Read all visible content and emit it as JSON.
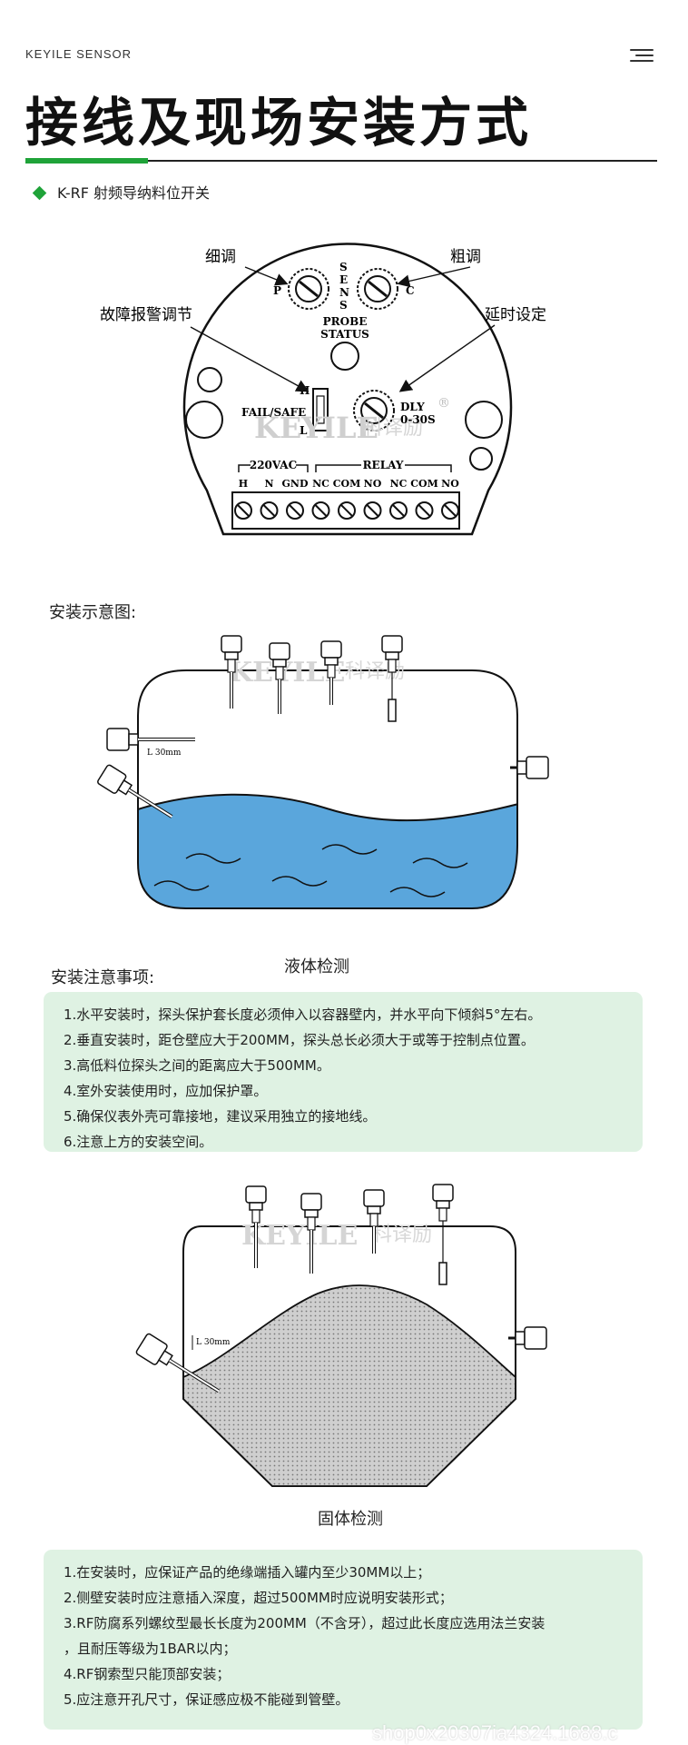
{
  "header": {
    "brand": "KEYILE SENSOR",
    "title": "接线及现场安装方式",
    "subtitle": "K-RF  射频导纳料位开关",
    "accent_color": "#1fa339",
    "menu_icon": "hamburger-menu-icon"
  },
  "panel": {
    "callout_fine": "细调",
    "callout_coarse": "粗调",
    "callout_failsafe": "故障报警调节",
    "callout_delay": "延时设定",
    "knob_p": "P",
    "knob_c": "C",
    "sens": [
      "S",
      "E",
      "N",
      "S"
    ],
    "probe": "PROBE",
    "status": "STATUS",
    "switch_h": "H",
    "switch_l": "L",
    "failsafe": "FAIL/SAFE",
    "dly": "DLY",
    "dly_range": "0-30S",
    "watermark": "KEYILE",
    "watermark_cn": "科译励",
    "reg": "®",
    "group_power": "220VAC",
    "group_relay": "RELAY",
    "terminals": [
      "H",
      "N",
      "GND",
      "NC",
      "COM",
      "NO",
      "NC",
      "COM",
      "NO"
    ]
  },
  "liquid": {
    "section_label": "安装示意图:",
    "dim_label": "L 30mm",
    "caption": "液体检测",
    "liquid_color": "#5aa6dc",
    "notes_label": "安装注意事项:",
    "notes": [
      "1.水平安装时，探头保护套长度必须伸入以容器壁内，并水平向下倾斜5°左右。",
      "2.垂直安装时，距仓壁应大于200MM，探头总长必须大于或等于控制点位置。",
      "3.高低料位探头之间的距离应大于500MM。",
      "4.室外安装使用时，应加保护罩。",
      "5.确保仪表外壳可靠接地，建议采用独立的接地线。",
      "6.注意上方的安装空间。"
    ]
  },
  "solid": {
    "dim_label": "L 30mm",
    "caption": "固体检测",
    "notes": [
      "1.在安装时，应保证产品的绝缘端插入罐内至少30MM以上；",
      "2.侧壁安装时应注意插入深度，超过500MM时应说明安装形式；",
      "3.RF防腐系列螺纹型最长长度为200MM（不含牙），超过此长度应选用法兰安装",
      "，且耐压等级为1BAR以内；",
      "4.RF钢索型只能顶部安装；",
      "5.应注意开孔尺寸，保证感应极不能碰到管壁。"
    ]
  },
  "footer_watermark": "shop0x20307ia4324.1688.c"
}
